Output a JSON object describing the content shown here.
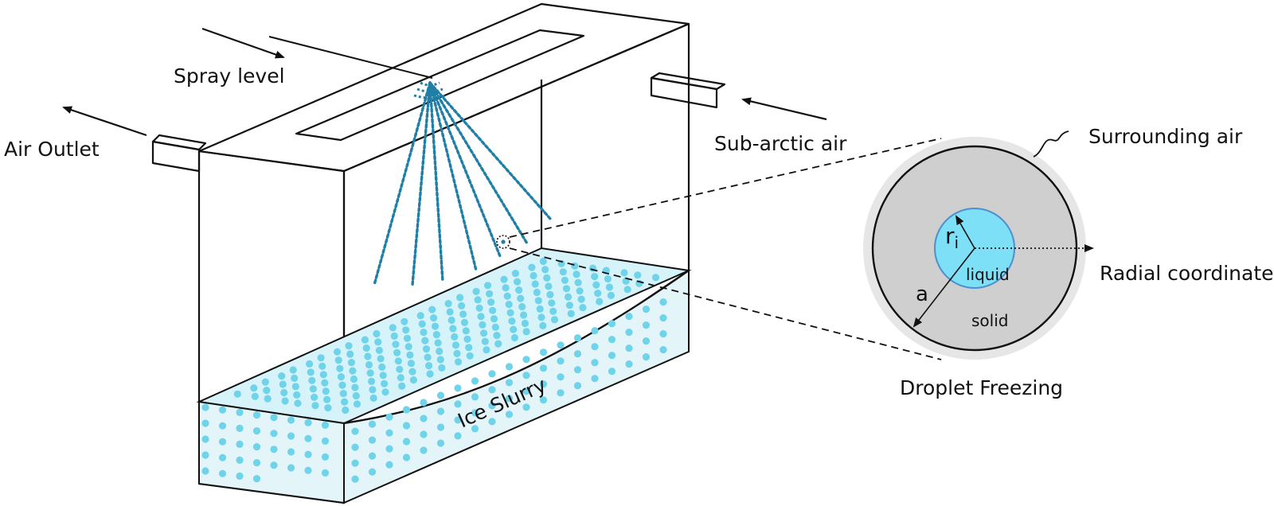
{
  "labels": {
    "spray_level": "Spray level",
    "air_outlet": "Air Outlet",
    "sub_arctic_air": "Sub-arctic air",
    "surrounding_air": "Surrounding air",
    "radial_coordinate": "Radial coordinate",
    "droplet_freezing": "Droplet Freezing",
    "ice_slurry": "Ice Slurry",
    "liquid": "liquid",
    "solid": "solid",
    "inner_radius": "r",
    "inner_radius_sub": "i",
    "outer_radius": "a"
  },
  "colors": {
    "outline": "#111111",
    "tank_top": "#eeeeee",
    "spray": "#1f7fa6",
    "slurry_surface": "#d7f3fa",
    "slurry_side": "#e4f5f9",
    "ice_particle": "#6fd3ea",
    "droplet_air": "#e6e6e6",
    "droplet_solid": "#cfcfcf",
    "droplet_liquid": "#7ee0f7"
  }
}
